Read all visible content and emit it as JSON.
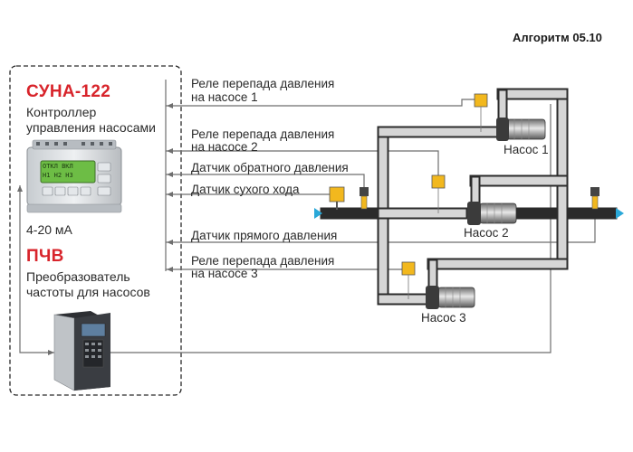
{
  "algorithm_label": "Алгоритм 05.10",
  "controller": {
    "brand": "СУНА-122",
    "desc_line1": "Контроллер",
    "desc_line2": "управления насосами",
    "display_line1": "ОТКЛ ВКЛ",
    "display_line2": "Н1 Н2 Н3",
    "analog": "4-20 мА"
  },
  "converter": {
    "brand": "ПЧВ",
    "desc_line1": "Преобразователь",
    "desc_line2": "частоты для насосов"
  },
  "signals": [
    {
      "line1": "Реле перепада давления",
      "line2": "на насосе 1"
    },
    {
      "line1": "Реле перепада давления",
      "line2": "на насосе 2"
    },
    {
      "line1": "Датчик обратного давления"
    },
    {
      "line1": "Датчик сухого хода"
    },
    {
      "line1": "Датчик прямого давления"
    },
    {
      "line1": "Реле перепада давления",
      "line2": "на насосе 3"
    }
  ],
  "pumps": [
    "Насос 1",
    "Насос 2",
    "Насос 3"
  ],
  "colors": {
    "accent_red": "#d8242b",
    "relay_yellow": "#f2b81e",
    "flow_arrow": "#2aa8d8",
    "pipe_dark": "#2b2b2b",
    "pipe_light": "#d2d2d2"
  }
}
